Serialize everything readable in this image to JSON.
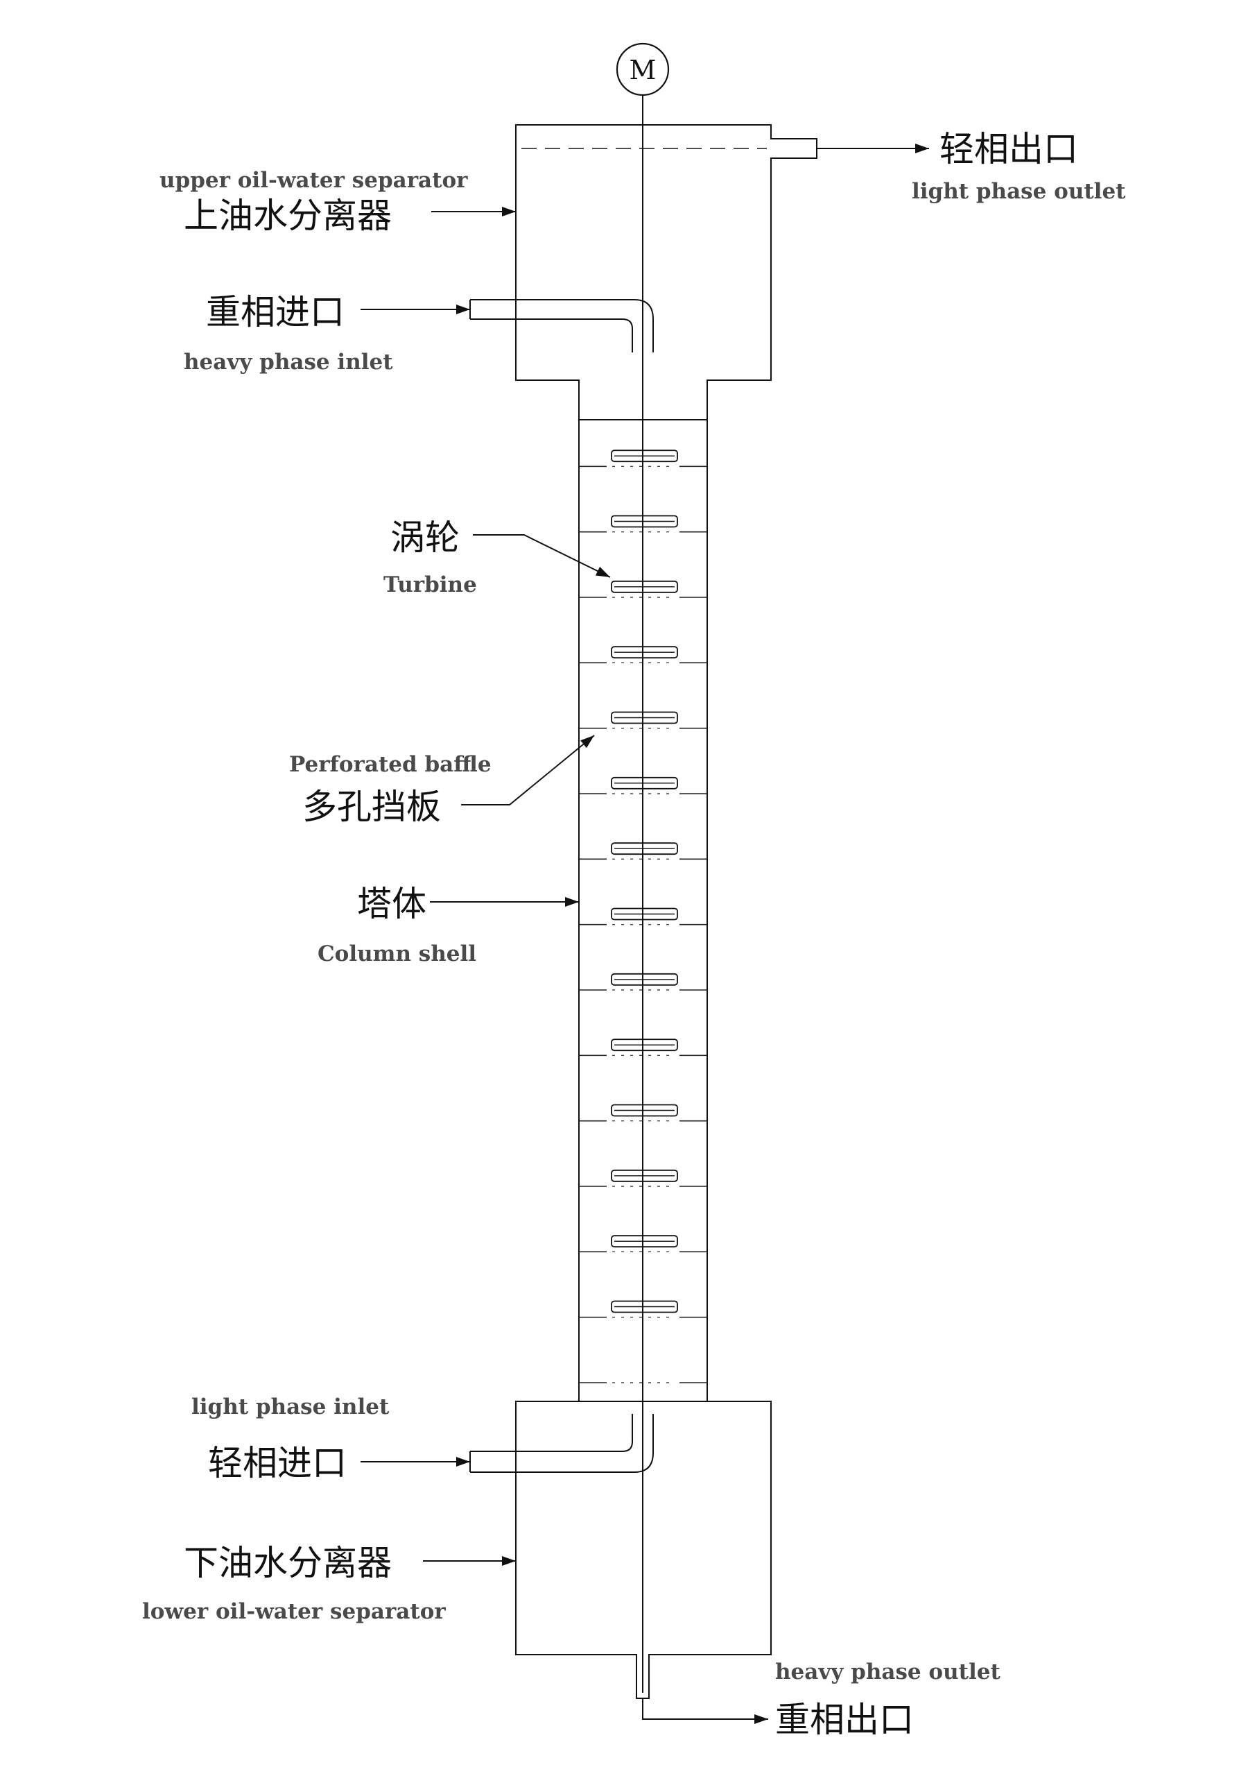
{
  "motor_label": "M",
  "stage_count": 15,
  "turbine_count": 14,
  "labels": {
    "light_phase_outlet": {
      "zh": "轻相出口",
      "en": "light phase outlet"
    },
    "upper_separator": {
      "zh": "上油水分离器",
      "en": "upper oil-water separator"
    },
    "heavy_phase_inlet": {
      "zh": "重相进口",
      "en": "heavy phase inlet"
    },
    "turbine": {
      "zh": "涡轮",
      "en": "Turbine"
    },
    "perforated_baffle": {
      "zh": "多孔挡板",
      "en": "Perforated baffle"
    },
    "column_shell": {
      "zh": "塔体",
      "en": "Column shell"
    },
    "light_phase_inlet": {
      "zh": "轻相进口",
      "en": "light phase inlet"
    },
    "lower_separator": {
      "zh": "下油水分离器",
      "en": "lower oil-water separator"
    },
    "heavy_phase_outlet": {
      "zh": "重相出口",
      "en": "heavy phase outlet"
    }
  }
}
